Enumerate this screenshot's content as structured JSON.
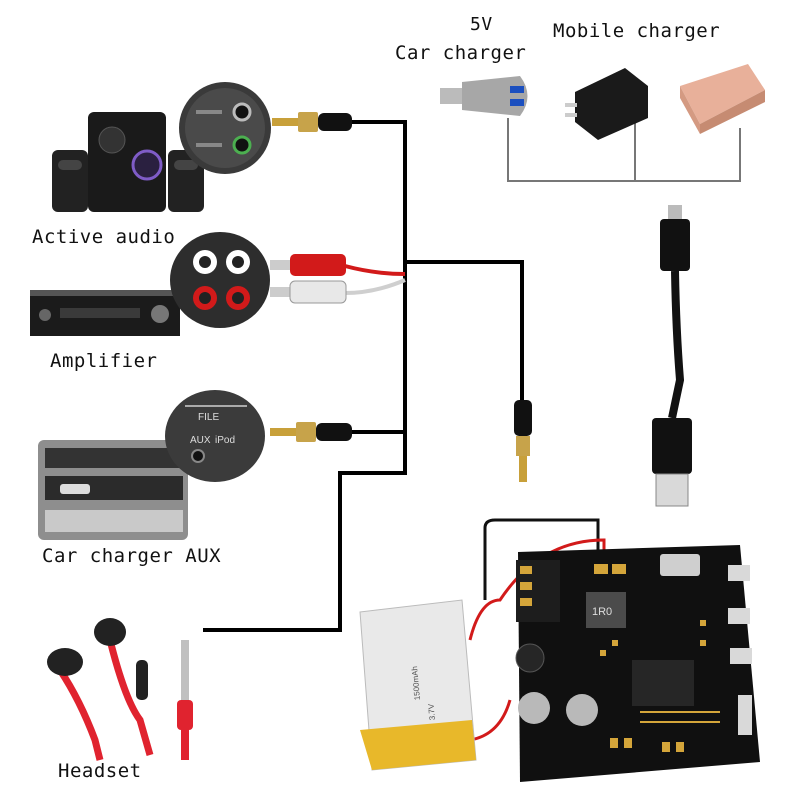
{
  "labels": {
    "five_v": "5V",
    "car_charger": "Car charger",
    "mobile_charger": "Mobile charger",
    "active_audio": "Active audio",
    "amplifier": "Amplifier",
    "car_charger_aux": "Car charger AUX",
    "headset": "Headset"
  },
  "small_text": {
    "aux": "AUX",
    "ipod": "iPod",
    "file": "FILE",
    "battery_capacity": "1500mAh",
    "battery_voltage": "3.7V",
    "chip": "1R0"
  },
  "colors": {
    "wire": "#000000",
    "rca_red": "#d21a1a",
    "rca_white": "#e8e8e8",
    "board": "#101010",
    "gold": "#d4a53a",
    "battery": "#e9e9e9",
    "tape": "#e8b82a",
    "headset_red": "#e0232f"
  }
}
